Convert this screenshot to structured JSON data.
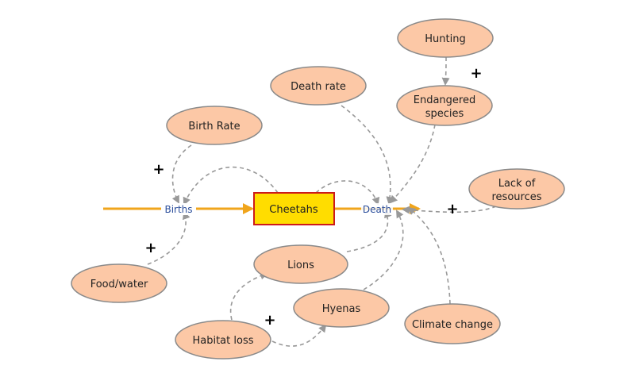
{
  "colors": {
    "node_fill": "#fcc8a6",
    "node_stroke": "#8a8a8a",
    "stock_fill": "#ffdd00",
    "stock_stroke": "#cc1b1b",
    "flow": "#f0a51c",
    "link": "#999999",
    "flow_label": "#2a4d9b"
  },
  "stock": {
    "label": "Cheetahs"
  },
  "flows": {
    "births": "Births",
    "death": "Death"
  },
  "nodes": {
    "hunting": {
      "lines": [
        "Hunting"
      ]
    },
    "death_rate": {
      "lines": [
        "Death rate"
      ]
    },
    "endangered": {
      "lines": [
        "Endangered",
        "species"
      ]
    },
    "birth_rate": {
      "lines": [
        "Birth Rate"
      ]
    },
    "lack_resources": {
      "lines": [
        "Lack of",
        "resources"
      ]
    },
    "lions": {
      "lines": [
        "Lions"
      ]
    },
    "food_water": {
      "lines": [
        "Food/water"
      ]
    },
    "hyenas": {
      "lines": [
        "Hyenas"
      ]
    },
    "climate": {
      "lines": [
        "Climate change"
      ]
    },
    "habitat": {
      "lines": [
        "Habitat loss"
      ]
    }
  },
  "polarity": "+"
}
